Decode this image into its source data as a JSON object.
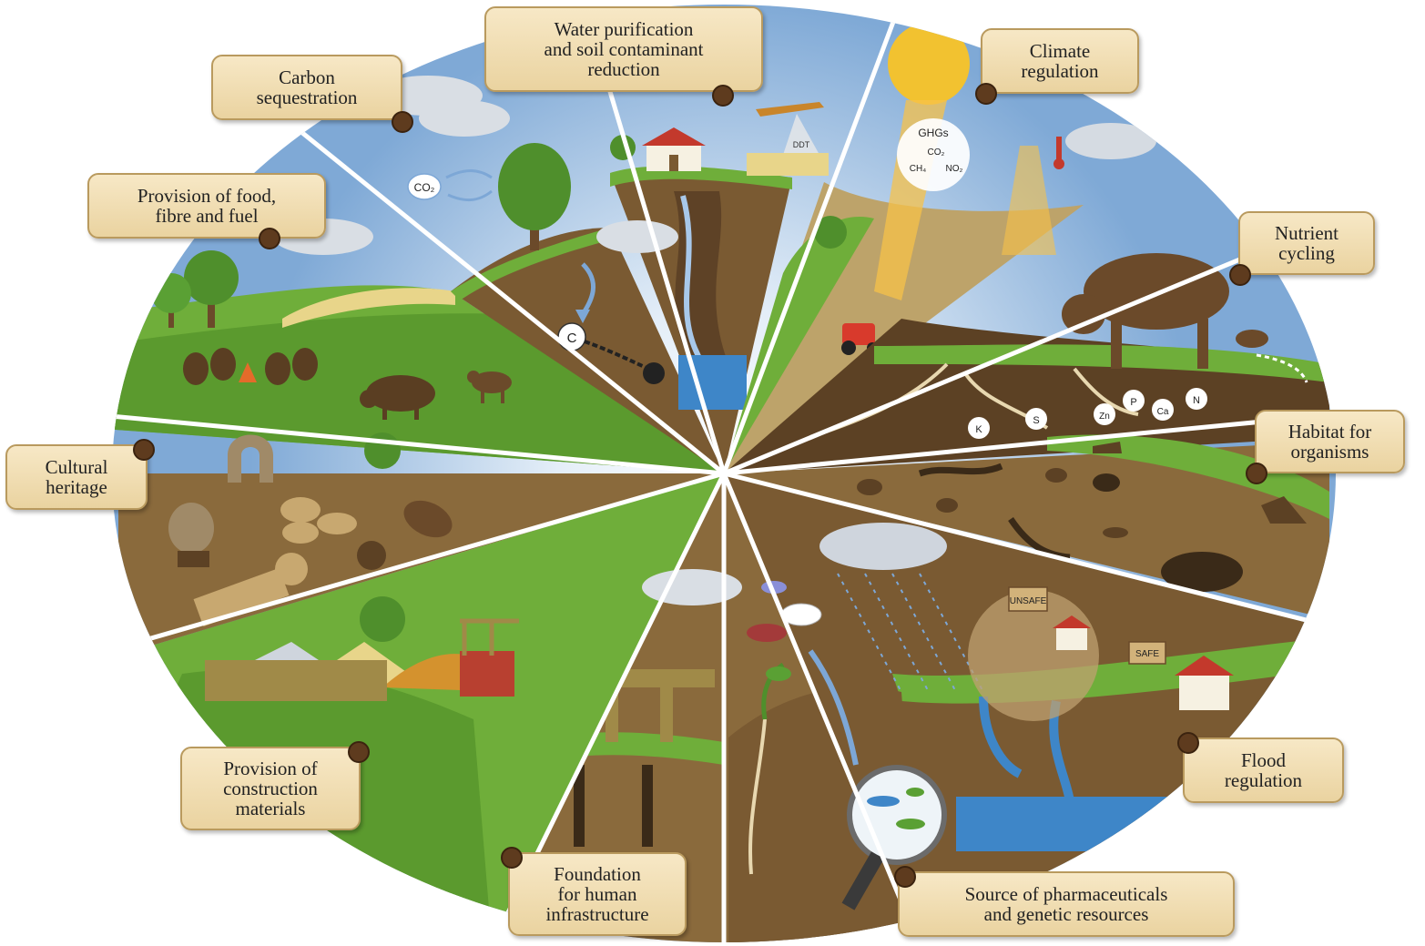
{
  "labels": {
    "water": "Water purification\nand soil contaminant\nreduction",
    "climate": "Climate\nregulation",
    "carbon": "Carbon\nsequestration",
    "food": "Provision of food,\nfibre and fuel",
    "nutrient": "Nutrient\ncycling",
    "habitat": "Habitat for\norganisms",
    "cultural": "Cultural\nheritage",
    "construction": "Provision of\nconstruction\nmaterials",
    "infrastructure": "Foundation\nfor human\ninfrastructure",
    "pharma": "Source of pharmaceuticals\nand genetic resources",
    "flood": "Flood\nregulation"
  },
  "badges": {
    "co2": "CO₂",
    "carbon": "C",
    "ddt": "DDT",
    "ghgs": "GHGs",
    "ghg_co2": "CO₂",
    "ghg_ch4": "CH₄",
    "ghg_no2": "NO₂",
    "k": "K",
    "s": "S",
    "zn": "Zn",
    "p": "P",
    "ca": "Ca",
    "n": "N",
    "unsafe": "UNSAFE",
    "safe": "SAFE"
  },
  "colors": {
    "soil": "#8a6a3c",
    "soil_dark": "#5c4124",
    "grass": "#6fae3a",
    "sky": "#a9c9e6",
    "water": "#3e86c8",
    "label_fill": "#f1dfb4",
    "label_border": "#b99a5e"
  }
}
